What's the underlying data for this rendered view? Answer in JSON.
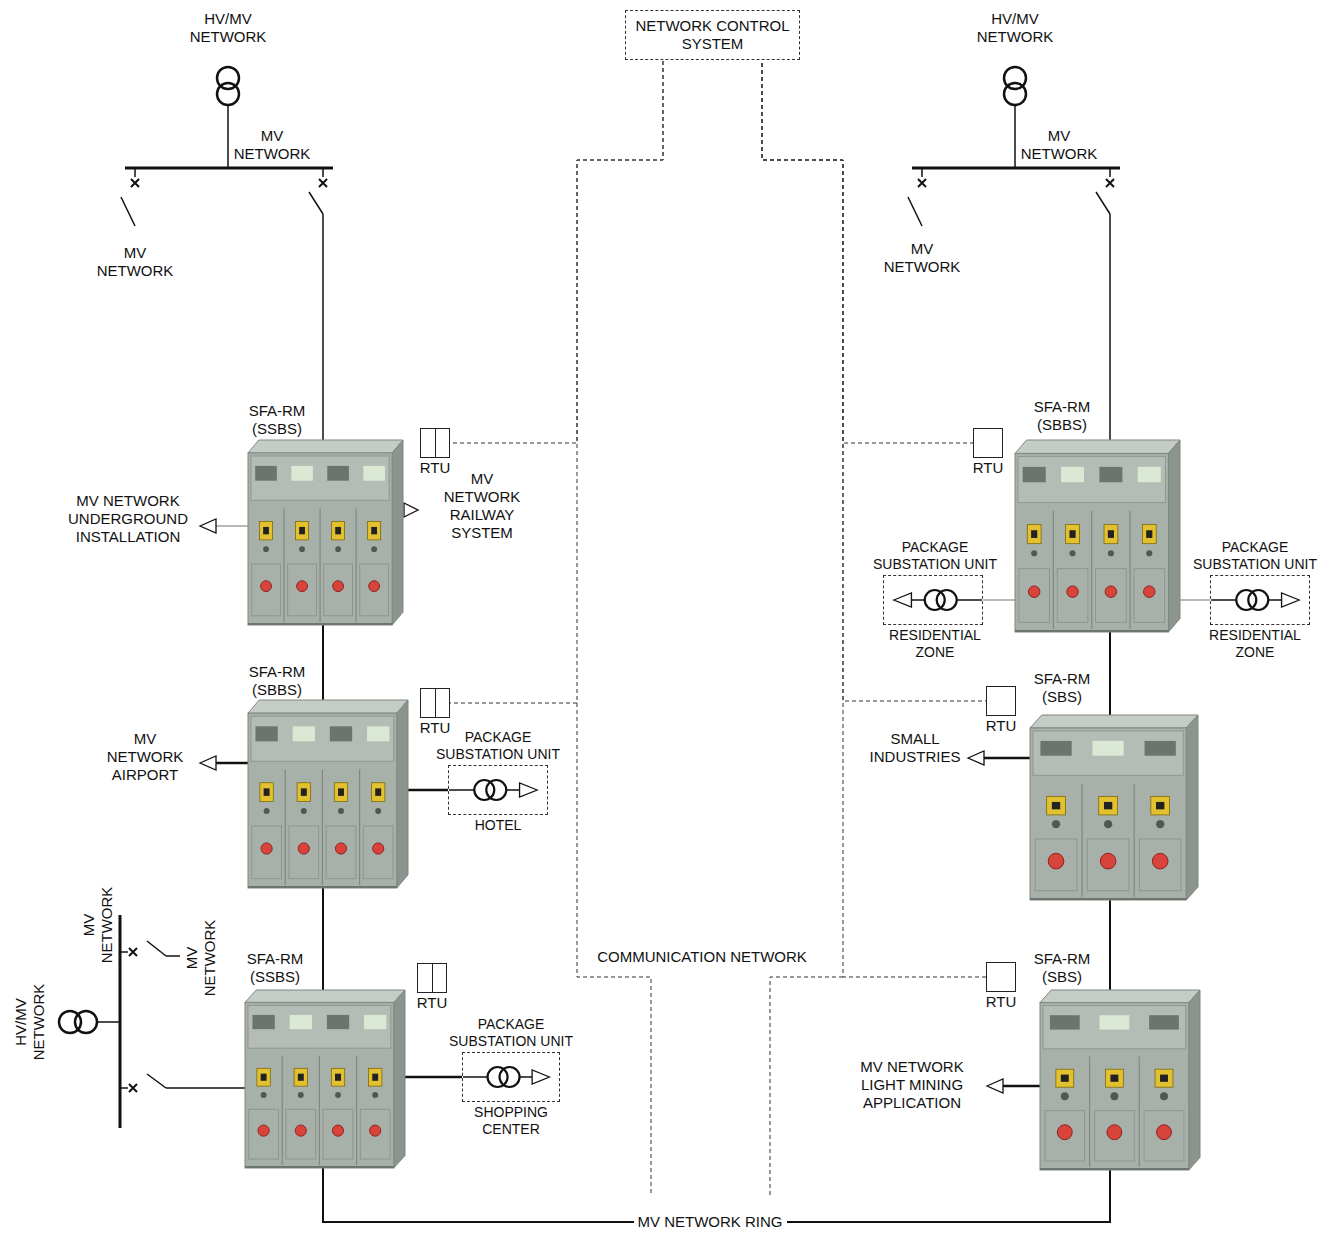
{
  "diagram": {
    "nodes": [
      {
        "text": [
          "NETWORK CONTROL SYSTEM"
        ]
      },
      {
        "text": [
          "SFA-RM (SSBS)"
        ]
      },
      {
        "text": [
          "RTU"
        ]
      },
      {
        "text": [
          "SFA-RM (SBBS)"
        ]
      },
      {
        "text": [
          "RTU"
        ]
      },
      {
        "text": [
          "PACKAGE SUBSTATION UNIT",
          "HOTEL"
        ]
      },
      {
        "text": [
          "SFA-RM (SSBS)"
        ]
      },
      {
        "text": [
          "RTU"
        ]
      },
      {
        "text": [
          "PACKAGE SUBSTATION UNIT",
          "SHOPPING CENTER"
        ]
      },
      {
        "text": [
          "SFA-RM (SBBS)"
        ]
      },
      {
        "text": [
          "RTU"
        ]
      },
      {
        "text": [
          "PACKAGE SUBSTATION UNIT",
          "RESIDENTIAL ZONE"
        ]
      },
      {
        "text": [
          "PACKAGE SUBSTATION UNIT",
          "RESIDENTIAL ZONE"
        ]
      },
      {
        "text": [
          "SFA-RM (SBS)"
        ]
      },
      {
        "text": [
          "RTU"
        ]
      },
      {
        "text": [
          "SFA-RM (SBS)"
        ]
      },
      {
        "text": [
          "RTU"
        ]
      }
    ],
    "edges": [
      {
        "from": 1,
        "to": 3,
        "arrow": "none"
      },
      {
        "from": 3,
        "to": 6,
        "arrow": "none"
      },
      {
        "from": 6,
        "to": 15,
        "label": "MV NETWORK RING",
        "arrow": "none"
      },
      {
        "from": 15,
        "to": 13,
        "arrow": "none"
      },
      {
        "from": 13,
        "to": 9,
        "arrow": "none"
      },
      {
        "from": 3,
        "to": 5,
        "arrow": "none"
      },
      {
        "from": 6,
        "to": 8,
        "arrow": "none"
      },
      {
        "from": 9,
        "to": 11,
        "arrow": "none"
      },
      {
        "from": 9,
        "to": 12,
        "arrow": "none"
      },
      {
        "from": 2,
        "to": 0,
        "arrow": "none"
      },
      {
        "from": 4,
        "to": 0,
        "arrow": "none"
      },
      {
        "from": 10,
        "to": 0,
        "arrow": "none"
      },
      {
        "from": 14,
        "to": 0,
        "arrow": "none"
      },
      {
        "from": 16,
        "to": 0,
        "arrow": "none"
      }
    ],
    "labels": [
      "HV/MV NETWORK",
      "MV NETWORK",
      "MV NETWORK",
      "HV/MV NETWORK",
      "MV NETWORK",
      "MV NETWORK",
      "MV NETWORK UNDERGROUND INSTALLATION",
      "MV NETWORK RAILWAY SYSTEM",
      "MV NETWORK AIRPORT",
      "SMALL INDUSTRIES",
      "MV NETWORK",
      "MV NETWORK",
      "HV/MV NETWORK",
      "COMMUNICATION NETWORK",
      "MV NETWORK LIGHT MINING APPLICATION"
    ]
  }
}
